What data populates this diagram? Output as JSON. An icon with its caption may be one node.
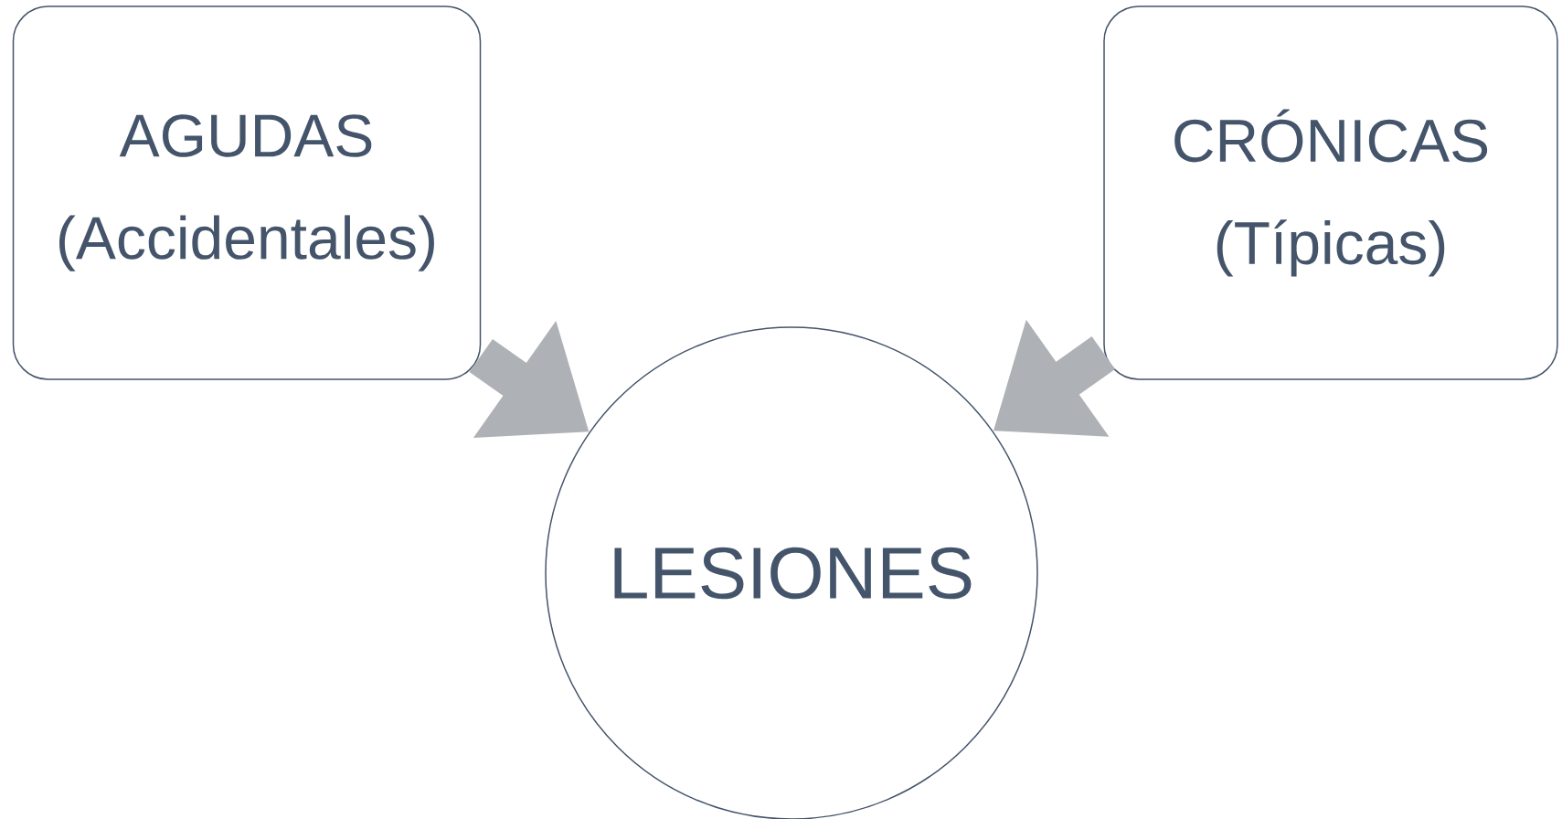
{
  "diagram": {
    "nodes": [
      {
        "text": [
          "AGUDAS",
          "(Accidentales)"
        ]
      },
      {
        "text": [
          "CRÓNICAS",
          "(Típicas)"
        ]
      },
      {
        "text": [
          "LESIONES"
        ]
      }
    ],
    "edges": [
      {
        "from": 0,
        "to": 2,
        "arrow": "to"
      },
      {
        "from": 1,
        "to": 2,
        "arrow": "to"
      }
    ]
  }
}
